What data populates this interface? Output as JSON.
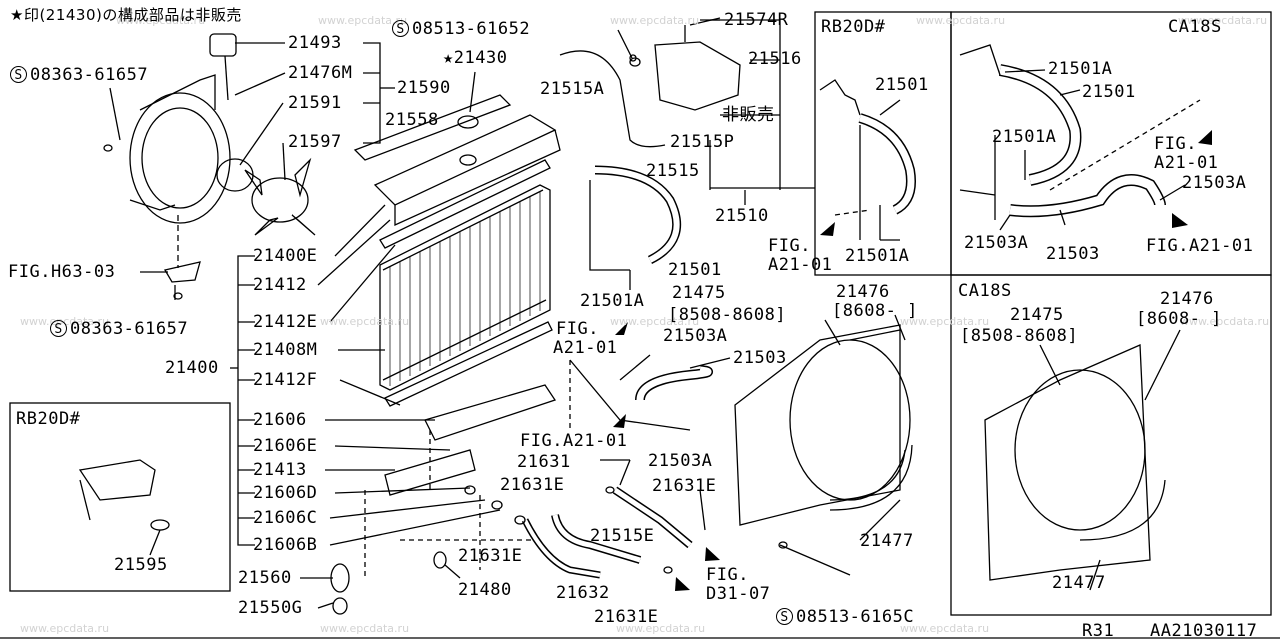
{
  "note": "★印(21430)の構成部品は非販売",
  "footer": {
    "model": "R31",
    "code": "AA21030117"
  },
  "watermark": "www.epcdata.ru",
  "labels": {
    "p08513_61652": "08513-61652",
    "p21574R": "21574R",
    "p21516": "21516",
    "hanbai": "非販売",
    "p21515P": "21515P",
    "p21515": "21515",
    "p21510": "21510",
    "p21493": "21493",
    "p21476M": "21476M",
    "p21590": "21590",
    "p21591": "21591",
    "p21597": "21597",
    "p08363_61657_top": "08363-61657",
    "p21430": "21430",
    "p21515A": "21515A",
    "p21558": "21558",
    "p21400E": "21400E",
    "p21412": "21412",
    "p21412E": "21412E",
    "p21408M": "21408M",
    "p21400": "21400",
    "p21412F": "21412F",
    "p21606": "21606",
    "p21606E": "21606E",
    "p21413": "21413",
    "p21606D": "21606D",
    "p21606C": "21606C",
    "p21606B": "21606B",
    "p21560": "21560",
    "p21550G": "21550G",
    "fig_h63": "FIG.H63-03",
    "p08363_61657_bot": "08363-61657",
    "p21501_mid": "21501",
    "p21501A_mid": "21501A",
    "p21475_mid": "21475",
    "range_8508_8608": "[8508-8608]",
    "fig_a21_mid1": "FIG.",
    "fig_a21_mid1b": "A21-01",
    "p21503A_mid": "21503A",
    "p21503_mid": "21503",
    "fig_a21_mid2": "FIG.A21-01",
    "p21503A_mid2": "21503A",
    "p21631": "21631",
    "p21631E_1": "21631E",
    "p21631E_2": "21631E",
    "p21515E": "21515E",
    "p21631E_3": "21631E",
    "p21480": "21480",
    "p21632": "21632",
    "p21631E_4": "21631E",
    "fig_d31a": "FIG.",
    "fig_d31b": "D31-07",
    "p08513_6165C": "08513-6165C",
    "p21476_mid": "21476",
    "range_8608": "[8608-   ]",
    "p21477_mid": "21477",
    "rb20_title": "RB20D#",
    "p21501_rb": "21501",
    "fig_rb_a": "FIG.",
    "fig_rb_b": "A21-01",
    "p21501A_rb": "21501A",
    "ca18_title": "CA18S",
    "p21501A_ca": "21501A",
    "p21501_ca": "21501",
    "p21501A_ca2": "21501A",
    "fig_ca_a": "FIG.",
    "fig_ca_b": "A21-01",
    "p21503A_ca": "21503A",
    "p21503A_ca2": "21503A",
    "p21503_ca": "21503",
    "fig_ca_c": "FIG.A21-01",
    "ca18_title2": "CA18S",
    "p21475_ca": "21475",
    "range_ca": "[8508-8608]",
    "p21476_ca": "21476",
    "range_ca2": "[8608-   ]",
    "p21477_ca": "21477",
    "rb20_title2": "RB20D#",
    "p21595": "21595"
  },
  "symbols": {
    "s": "S",
    "star": "★"
  }
}
